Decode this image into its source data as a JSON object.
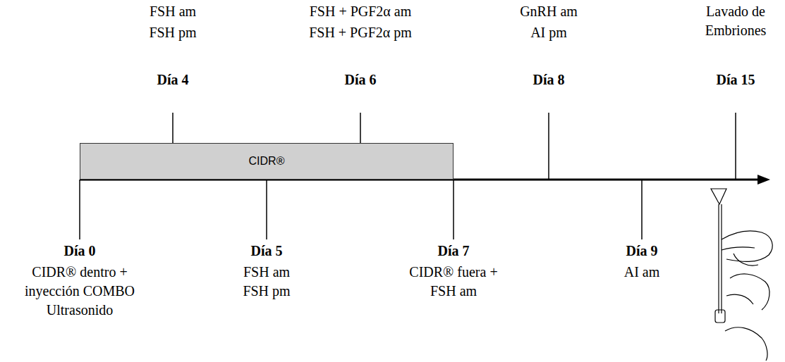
{
  "diagram": {
    "nodes": [
      {
        "text": [
          "CIDR®"
        ]
      }
    ],
    "labels": [
      "FSH am",
      "FSH pm",
      "Día 4",
      "FSH + PGF2α am",
      "FSH + PGF2α pm",
      "Día 6",
      "GnRH am",
      "AI pm",
      "Día 8",
      "Lavado de Embriones",
      "Día 15",
      "Día 0",
      "CIDR® dentro + inyección COMBO",
      "Ultrasonido",
      "Día 5",
      "FSH am",
      "FSH pm",
      "Día 7",
      "CIDR® fuera + FSH am",
      "Día 9",
      "AI am"
    ]
  }
}
